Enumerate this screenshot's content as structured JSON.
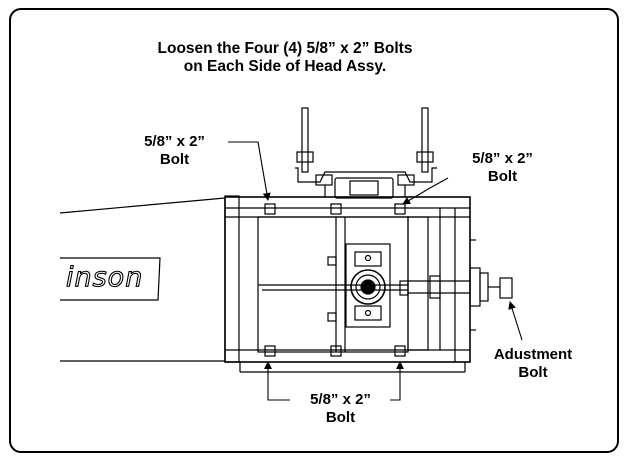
{
  "instruction": {
    "line1": "Loosen the Four (4) 5/8” x 2” Bolts",
    "line2": "on Each Side of Head Assy."
  },
  "callouts": {
    "bolt_top_left": {
      "line1": "5/8” x 2”",
      "line2": "Bolt"
    },
    "bolt_top_right": {
      "line1": "5/8” x 2”",
      "line2": "Bolt"
    },
    "bolt_bottom": {
      "line1": "5/8” x 2”",
      "line2": "Bolt"
    },
    "adjustment_bolt": {
      "line1": "Adustment",
      "line2": "Bolt"
    }
  },
  "brand_fragment": "inson"
}
